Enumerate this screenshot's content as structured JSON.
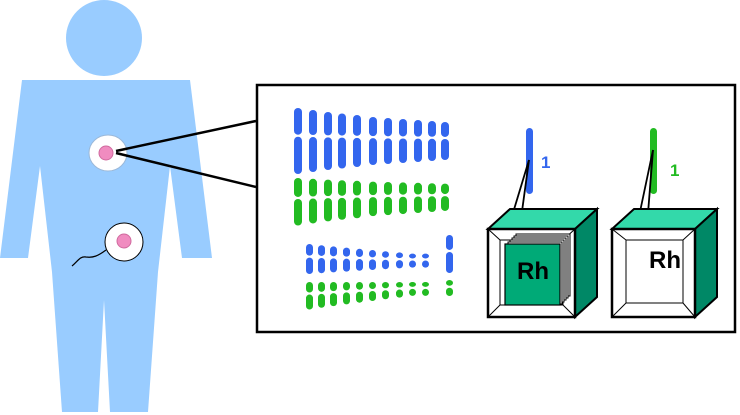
{
  "figure": {
    "box_labels": [
      "Rh",
      "Rh"
    ],
    "chromosome_labels": [
      "1",
      "1"
    ]
  },
  "colors": {
    "body": "#99ccff",
    "maternal_chromosome": "#3366ee",
    "paternal_chromosome": "#22bb22",
    "box_face_dark": "#008866",
    "box_face_light": "#33d9aa",
    "box_edge_green": "#11aa77",
    "cell_nucleus": "#f08cc0",
    "outline": "#000000"
  }
}
